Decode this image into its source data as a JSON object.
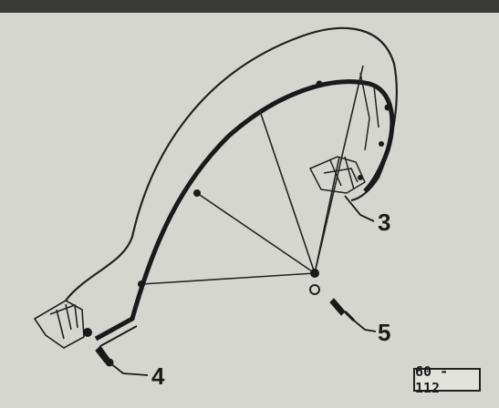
{
  "callouts": {
    "label_3": "3",
    "label_4": "4",
    "label_5": "5"
  },
  "figure_ref": "60 - 112",
  "colors": {
    "background": "#d6d6d1",
    "ink": "#1c1c1a"
  }
}
